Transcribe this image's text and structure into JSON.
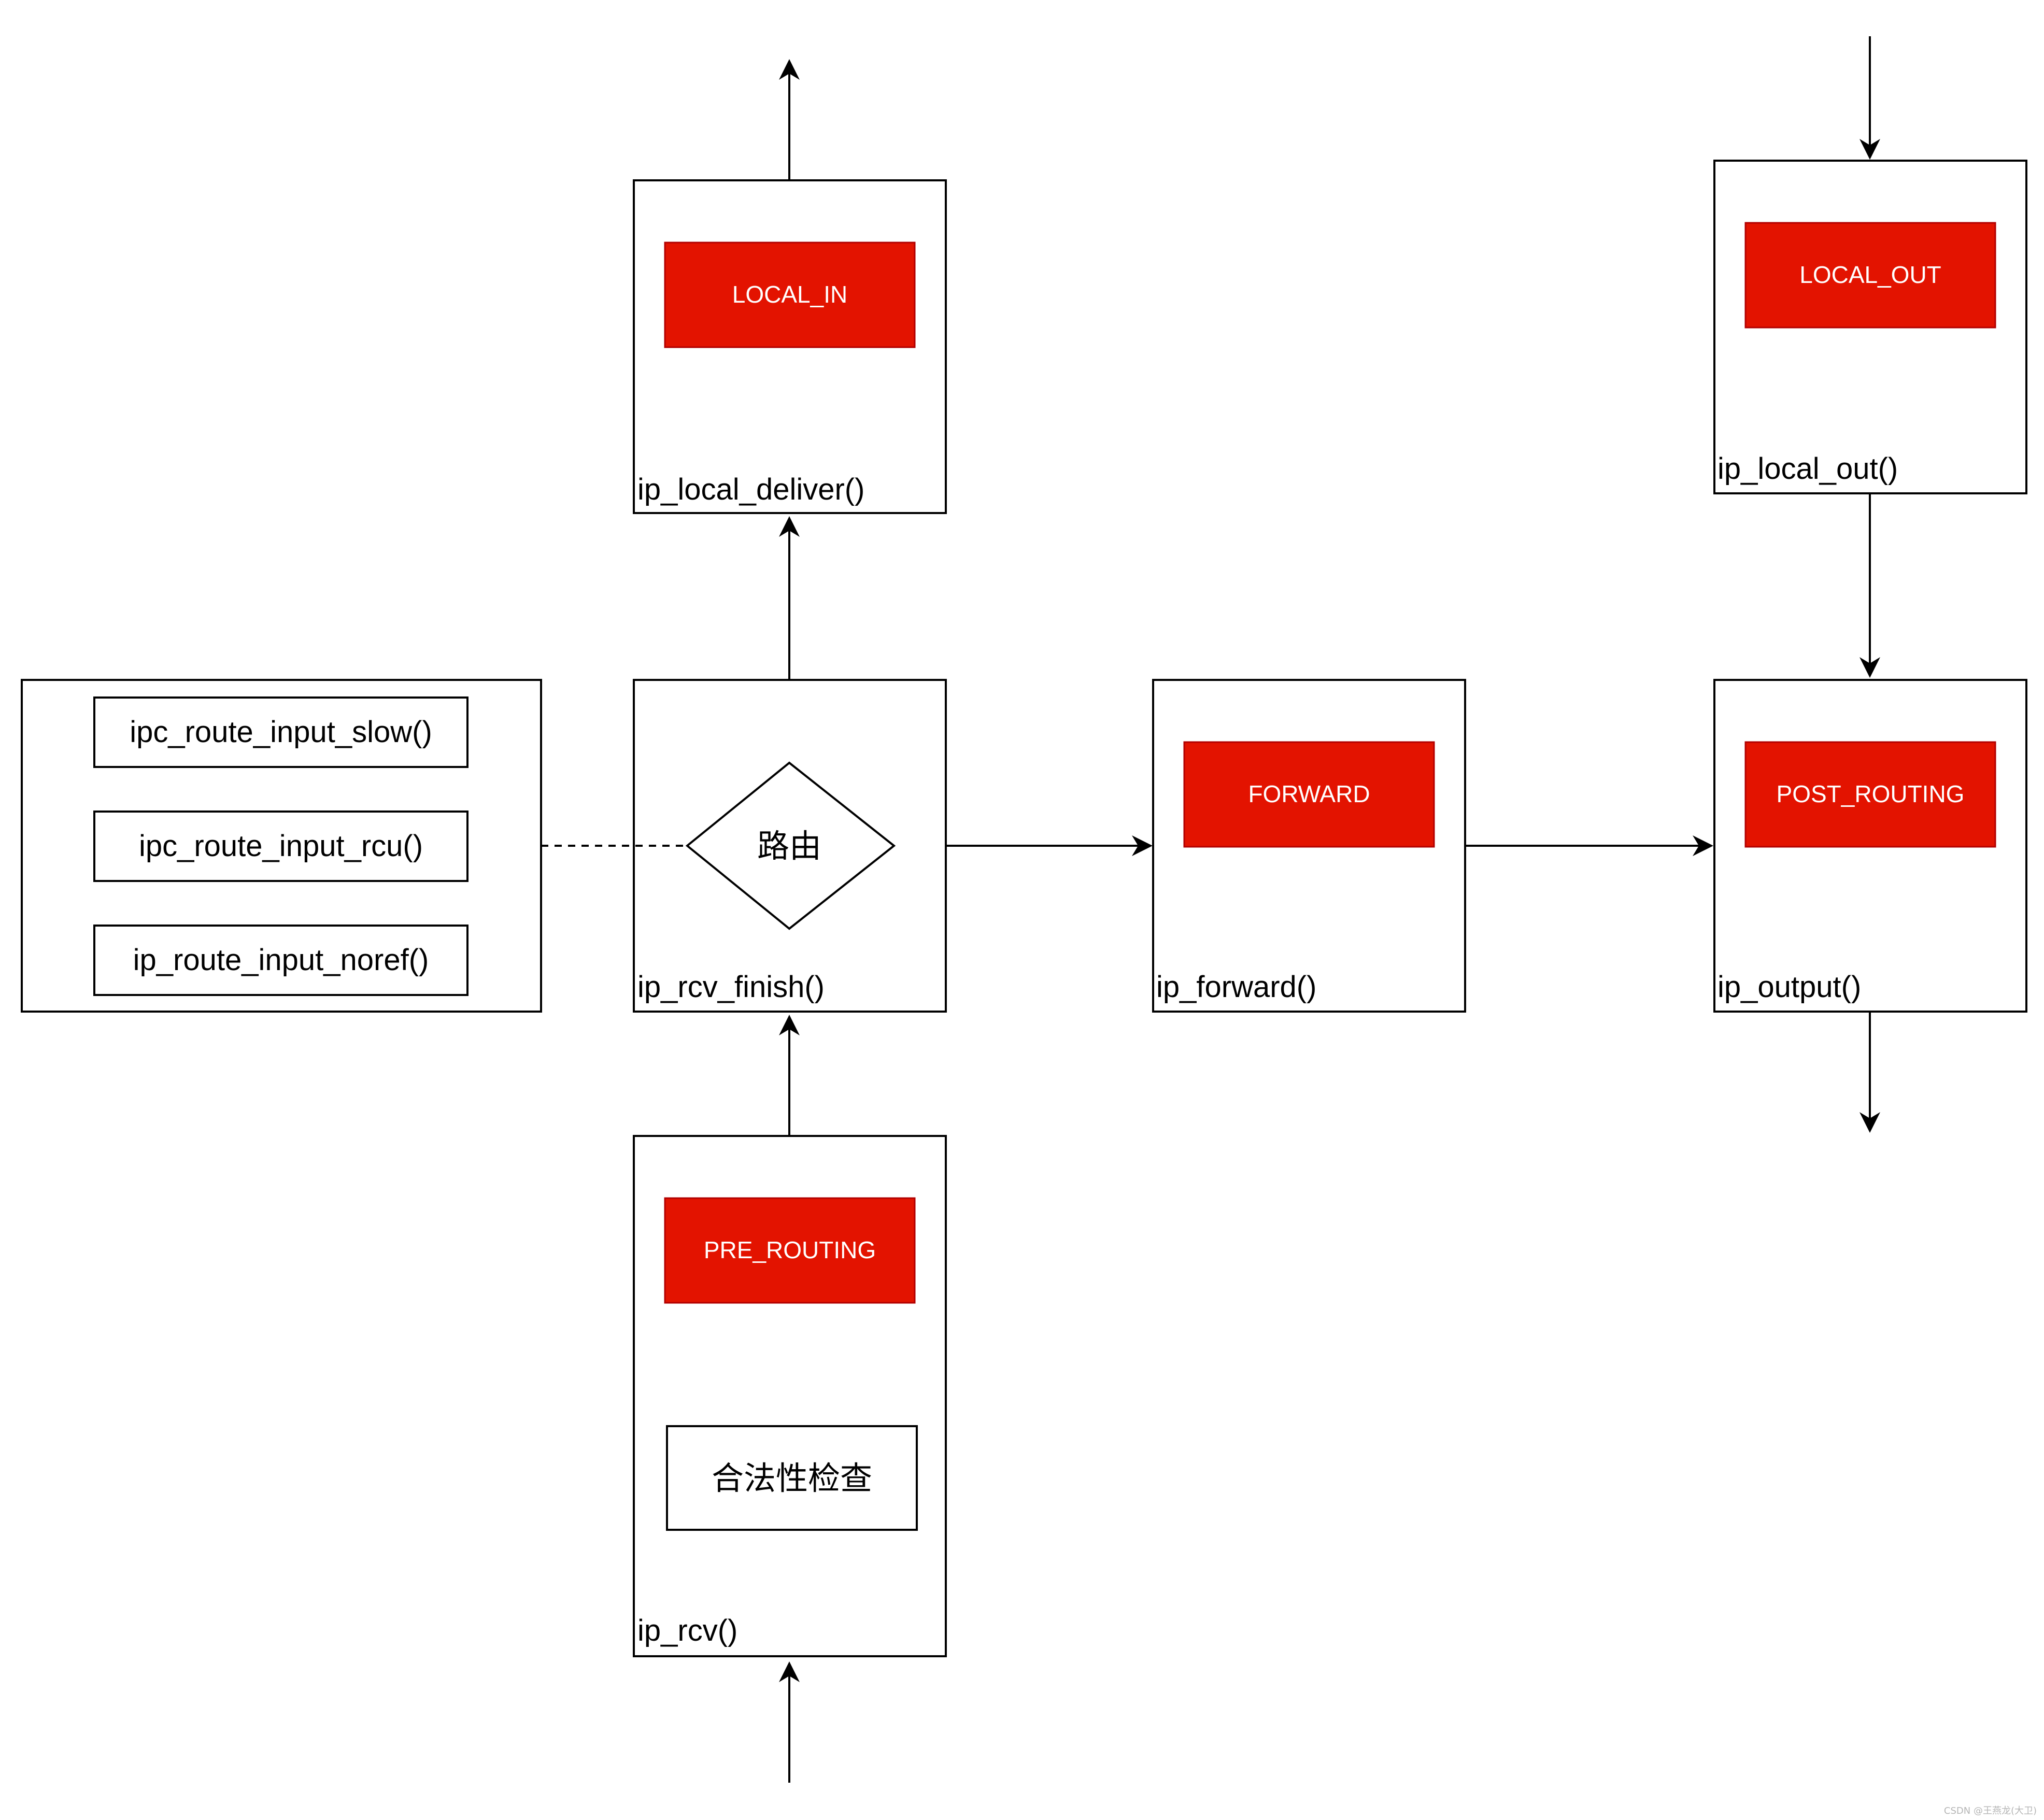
{
  "hooks": {
    "local_in": {
      "label": "LOCAL_IN",
      "color": "#e31300"
    },
    "local_out": {
      "label": "LOCAL_OUT",
      "color": "#e31300"
    },
    "forward": {
      "label": "FORWARD",
      "color": "#e31300"
    },
    "post_routing": {
      "label": "POST_ROUTING",
      "color": "#e31300"
    },
    "pre_routing": {
      "label": "PRE_ROUTING",
      "color": "#e31300"
    }
  },
  "functions": {
    "ip_local_deliver": "ip_local_deliver()",
    "ip_local_out": "ip_local_out()",
    "ip_rcv_finish": "ip_rcv_finish()",
    "ip_forward": "ip_forward()",
    "ip_output": "ip_output()",
    "ip_rcv": "ip_rcv()"
  },
  "route_lookup": {
    "slow": "ipc_route_input_slow()",
    "rcu": "ipc_route_input_rcu()",
    "noref": "ip_route_input_noref()"
  },
  "decision": {
    "label": "路由"
  },
  "validity_check": {
    "label": "合法性检查"
  },
  "watermark": "CSDN @王燕龙(大卫)"
}
